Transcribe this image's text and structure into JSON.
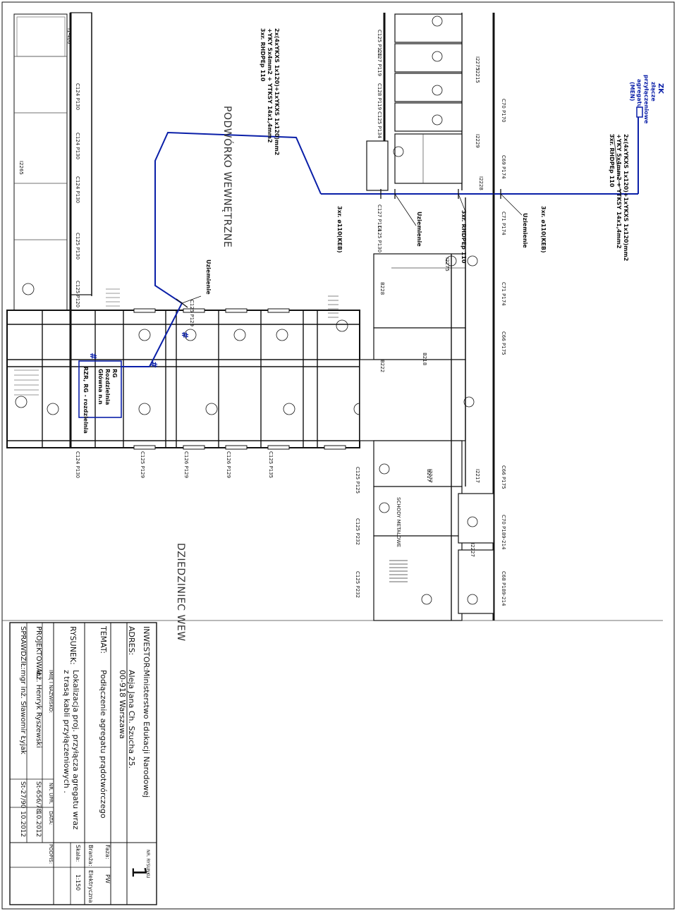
{
  "plan": {
    "courtyard_inner": "PODWÓRKO WEWNĘTRZNE",
    "courtyard_outer": "DZIEDZINIEC WEW",
    "zk_title": "ZK",
    "zk_line1": "złącze",
    "zk_line2": "przyłączeniowe",
    "zk_line3": "agregatu",
    "zk_line4": "(MEN)",
    "cable_a1": "2x(4xYKXS 1x120)+1xYKXS 1x120)mm2",
    "cable_a2": "+YKY 5x4mm2 + YTKSY 14x1,4mm2",
    "cable_a3": "3xr. RHDPEp 110",
    "cable_b1": "2x(4xYKXS 1x120)+1xYKXS 1x120)mm2",
    "cable_b2": "+YKY 5x4mm2 + YTKSY 14x1,4mm2",
    "cable_b3": "3xr. RHDPEp 110",
    "pipe_1": "3xr. ø110(KEB)",
    "pipe_2": "3xr. ø110(KEB)",
    "pipe_3": "3xr. RHDPEp 110",
    "ground_1": "Uziemienie",
    "ground_2": "Uziemienie",
    "ground_3": "Uziemienie",
    "rg_1": "RG",
    "rg_2": "Rozdzielnia",
    "rg_3": "Główna n.n",
    "rzr": "RZR, RG - rozdzielnia",
    "hash_1": "#",
    "hash_2": "#",
    "hash_3": "#",
    "stairs_note": "SCHODY METALOWE"
  },
  "rooms": [
    "C125 P120",
    "C127 P119",
    "C128 P119",
    "C125 P134",
    "C124 P130",
    "C124 P130",
    "C124 P130",
    "C127 P114",
    "C125 P130",
    "C125 P130",
    "C125 P120",
    "C124 P130",
    "C125 P129",
    "C126 P129",
    "C126 P129",
    "C125 P135",
    "C125 P129",
    "C125 P125",
    "C125 P232",
    "C125 P232",
    "C70 P170",
    "C69 P174",
    "C71 P174",
    "C71 P174",
    "C66 P175",
    "C66 P175",
    "C70 P189-214",
    "C68 P189-214",
    "I1-406",
    "I2265",
    "B228",
    "B222",
    "B218",
    "B217",
    "I2275",
    "I2277",
    "I2275",
    "I2215",
    "I2229",
    "I2228",
    "I2217",
    "I2227"
  ],
  "titleblock": {
    "investor_label": "INWESTOR:",
    "investor_value": "Ministerstwo Edukacji Narodowej",
    "address_label": "ADRES:",
    "address_line1": "Aleja Jana Ch. Szucha 25.",
    "address_line2": "00-918 Warszawa",
    "topic_label": "TEMAT:",
    "topic_value": "Podłączenie agregatu prądotwórczego",
    "drawing_label": "RYSUNEK:",
    "drawing_line1": "Lokalizacja proj. przyłącza agregatu wraz",
    "drawing_line2": "z trasą kabli przyłączeniowych .",
    "col_name": "IMIĘ I NAZWISKO:",
    "col_lic": "NR. UPR.",
    "col_date": "DATA:",
    "col_sign": "PODPIS:",
    "designer_label": "PROJEKTOWAŁ:",
    "designer_name": "inż. Henryk Ryszewski",
    "designer_lic": "St-656/78",
    "designer_date": "10.2012",
    "checker_label": "SPRAWDZIŁ:",
    "checker_name": "mgr inż. Sławomir Łyjak",
    "checker_lic": "St-27/90",
    "checker_date": "10.2012",
    "sheet_no_label": "NR. RYSUNKU",
    "sheet_no": "1",
    "phase_label": "Faza:",
    "phase_value": "PW",
    "branch_label": "Branża:",
    "branch_value": "Elektryczna",
    "scale_label": "Skala:",
    "scale_value": "1:150"
  }
}
